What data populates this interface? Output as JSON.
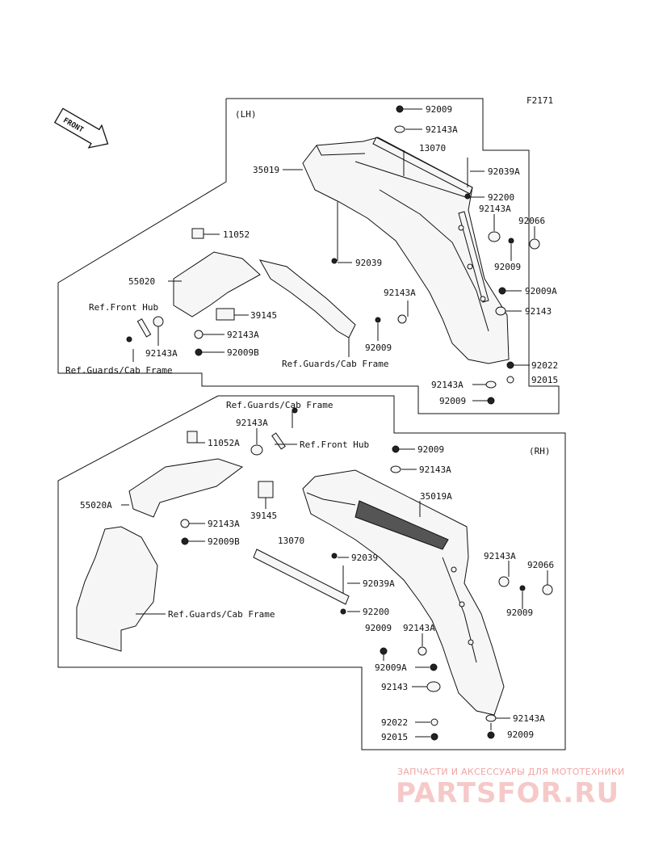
{
  "figure_code": "F2171",
  "front_label": "FRONT",
  "lh_label": "(LH)",
  "rh_label": "(RH)",
  "labels": {
    "lh_92009_top": "92009",
    "lh_92143A_top": "92143A",
    "lh_13070": "13070",
    "lh_35019": "35019",
    "lh_92039A": "92039A",
    "lh_92200": "92200",
    "lh_92143A_right": "92143A",
    "lh_92066": "92066",
    "lh_11052": "11052",
    "lh_92039": "92039",
    "lh_92009_right": "92009",
    "lh_55020": "55020",
    "lh_92009A": "92009A",
    "lh_ref_front_hub": "Ref.Front Hub",
    "lh_92143A_mid": "92143A",
    "lh_92143": "92143",
    "lh_39145": "39145",
    "lh_92143A_lower": "92143A",
    "lh_92009_mid": "92009",
    "lh_92143A_left": "92143A",
    "lh_92009B": "92009B",
    "lh_ref_guards_right": "Ref.Guards/Cab Frame",
    "lh_92022": "92022",
    "lh_ref_guards_left": "Ref.Guards/Cab Frame",
    "lh_92143A_bottom": "92143A",
    "lh_92015": "92015",
    "lh_92009_bottom": "92009",
    "rh_ref_guards_top": "Ref.Guards/Cab Frame",
    "rh_92143A_top": "92143A",
    "rh_11052A": "11052A",
    "rh_ref_front_hub": "Ref.Front Hub",
    "rh_92009_top": "92009",
    "rh_92143A_2": "92143A",
    "rh_35019A": "35019A",
    "rh_55020A": "55020A",
    "rh_39145": "39145",
    "rh_92143A_left": "92143A",
    "rh_92009B": "92009B",
    "rh_13070": "13070",
    "rh_92039": "92039",
    "rh_92143A_right": "92143A",
    "rh_92066": "92066",
    "rh_92039A": "92039A",
    "rh_92009_right": "92009",
    "rh_92200": "92200",
    "rh_ref_guards_mid": "Ref.Guards/Cab Frame",
    "rh_92009_mid": "92009",
    "rh_92143A_mid": "92143A",
    "rh_92009A": "92009A",
    "rh_92143": "92143",
    "rh_92022": "92022",
    "rh_92143A_bottom": "92143A",
    "rh_92015": "92015",
    "rh_92009_bottom": "92009"
  },
  "watermark": {
    "tagline": "ЗАПЧАСТИ И АКСЕССУАРЫ ДЛЯ МОТОТЕХНИКИ",
    "brand": "PARTSFOR.RU"
  }
}
